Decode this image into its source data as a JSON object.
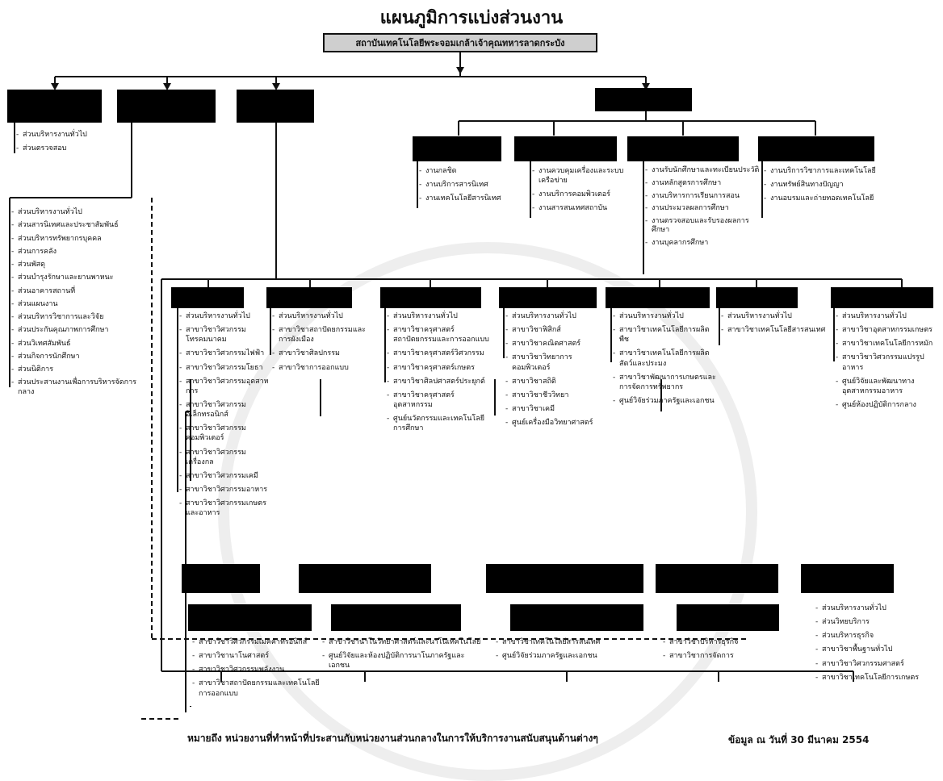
{
  "title": "แผนภูมิการแบ่งส่วนงาน",
  "root": "สถาบันเทคโนโลยีพระจอมเกล้าเจ้าคุณทหารลาดกระบัง",
  "lists": {
    "l1": [
      "ส่วนบริหารงานทั่วไป",
      "ส่วนตรวจสอบ"
    ],
    "l2": [
      "ส่วนบริหารงานทั่วไป",
      "ส่วนสารนิเทศและประชาสัมพันธ์",
      "ส่วนบริหารทรัพยากรบุคคล",
      "ส่วนการคลัง",
      "ส่วนพัสดุ",
      "ส่วนบำรุงรักษาและยานพาหนะ",
      "ส่วนอาคารสถานที่",
      "ส่วนแผนงาน",
      "ส่วนบริหารวิชาการและวิจัย",
      "ส่วนประกันคุณภาพการศึกษา",
      "ส่วนวิเทศสัมพันธ์",
      "ส่วนกิจการนักศึกษา",
      "ส่วนนิติการ",
      "ส่วนประสานงานเพื่อการบริหารจัดการกลาง"
    ],
    "l3": [
      "งานกลชิด",
      "งานบริการสารนิเทศ",
      "งานเทคโนโลยีสารนิเทศ"
    ],
    "l4": [
      "งานควบคุมเครื่องและระบบเครือข่าย",
      "งานบริการคอมพิวเตอร์",
      "งานสารสนเทศสถาบัน"
    ],
    "l5": [
      "งานรับนักศึกษาและทะเบียนประวัติ",
      "งานหลักสูตรการศึกษา",
      "งานบริหารการเรียนการสอน",
      "งานประมวลผลการศึกษา",
      "งานตรวจสอบและรับรองผลการศึกษา",
      "งานบุคลากรศึกษา"
    ],
    "l6": [
      "งานบริการวิชาการและเทคโนโลยี",
      "งานทรัพย์สินทางปัญญา",
      "งานอบรมและถ่ายทอดเทคโนโลยี"
    ],
    "l7": [
      "ส่วนบริหารงานทั่วไป",
      "สาขาวิชาวิศวกรรมโทรคมนาคม",
      "สาขาวิชาวิศวกรรมไฟฟ้า",
      "สาขาวิชาวิศวกรรมโยธา",
      "สาขาวิชาวิศวกรรมอุตสาหการ",
      "สาขาวิชาวิศวกรรมอิเล็กทรอนิกส์",
      "สาขาวิชาวิศวกรรมคอมพิวเตอร์",
      "สาขาวิชาวิศวกรรมเครื่องกล",
      "สาขาวิชาวิศวกรรมเคมี",
      "สาขาวิชาวิศวกรรมอาหาร",
      "สาขาวิชาวิศวกรรมเกษตรและอาหาร"
    ],
    "l8": [
      "ส่วนบริหารงานทั่วไป",
      "สาขาวิชาสถาปัตยกรรมและการผังเมือง",
      "สาขาวิชาศิลปกรรม",
      "สาขาวิชาการออกแบบ"
    ],
    "l9": [
      "ส่วนบริหารงานทั่วไป",
      "สาขาวิชาครุศาสตร์สถาปัตยกรรมและการออกแบบ",
      "สาขาวิชาครุศาสตร์วิศวกรรม",
      "สาขาวิชาครุศาสตร์เกษตร",
      "สาขาวิชาศิลปศาสตร์ประยุกต์",
      "สาขาวิชาครุศาสตร์อุตสาหกรรม",
      "ศูนย์นวัตกรรมและเทคโนโลยีการศึกษา"
    ],
    "l10": [
      "ส่วนบริหารงานทั่วไป",
      "สาขาวิชาฟิสิกส์",
      "สาขาวิชาคณิตศาสตร์",
      "สาขาวิชาวิทยาการคอมพิวเตอร์",
      "สาขาวิชาสถิติ",
      "สาขาวิชาชีววิทยา",
      "สาขาวิชาเคมี",
      "ศูนย์เครื่องมือวิทยาศาสตร์"
    ],
    "l11": [
      "ส่วนบริหารงานทั่วไป",
      "สาขาวิชาเทคโนโลยีการผลิตพืช",
      "สาขาวิชาเทคโนโลยีการผลิตสัตว์และประมง",
      "สาขาวิชาพัฒนาการเกษตรและการจัดการทรัพยากร",
      "ศูนย์วิจัยร่วมภาครัฐและเอกชน"
    ],
    "l12": [
      "ส่วนบริหารงานทั่วไป",
      "สาขาวิชาเทคโนโลยีสารสนเทศ"
    ],
    "l13": [
      "ส่วนบริหารงานทั่วไป",
      "สาขาวิชาอุตสาหกรรมเกษตร",
      "สาขาวิชาเทคโนโลยีการหมัก",
      "สาขาวิชาวิศวกรรมแปรรูปอาหาร",
      "ศูนย์วิจัยและพัฒนาทางอุตสาหกรรมอาหาร",
      "ศูนย์ห้องปฏิบัติการกลาง"
    ],
    "l14": [
      "สาขาวิชาวิศวกรรมเมคคาทรอนิกส์",
      "สาขาวิชานาโนศาสตร์",
      "สาขาวิชาวิศวกรรมพลังงาน",
      "สาขาวิชาสถาปัตยกรรมและเทคโนโลยีการออกแบบ"
    ],
    "l15": [
      "สาขาวิชานาโนวิทยาศาสตร์และนาโนเทคโนโลยี",
      "ศูนย์วิจัยและห้องปฏิบัติการนาโนภาครัฐและเอกชน"
    ],
    "l16": [
      "สาขาวิชาเทคโนโลยีสารสนเทศ",
      "ศูนย์วิจัยร่วมภาครัฐและเอกชน"
    ],
    "l17": [
      "สาขาวิชาบริหารธุรกิจ",
      "สาขาวิชาการจัดการ"
    ],
    "l18": [
      "ส่วนบริหารงานทั่วไป",
      "ส่วนวิทยบริการ",
      "ส่วนบริหารธุรกิจ",
      "สาขาวิชาพื้นฐานทั่วไป",
      "สาขาวิชาวิศวกรรมศาสตร์",
      "สาขาวิชาเทคโนโลยีการเกษตร"
    ]
  },
  "legend_text": "หมายถึง หน่วยงานที่ทำหน้าที่ประสานกับหน่วยงานส่วนกลางในการให้บริการงานสนับสนุนด้านต่างๆ",
  "date_text": "ข้อมูล ณ วันที่ 30 มีนาคม 2554"
}
